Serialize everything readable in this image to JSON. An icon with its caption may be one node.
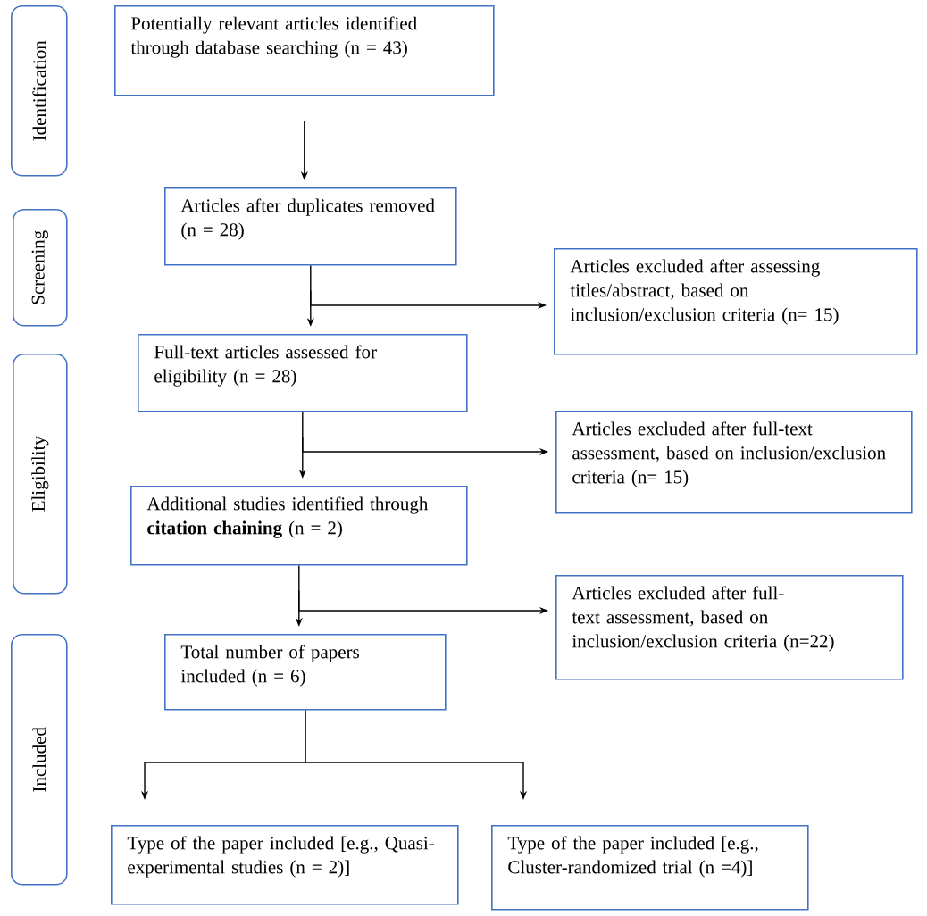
{
  "diagram": {
    "nodes": [
      {
        "text": [
          "Identification"
        ]
      },
      {
        "text": [
          "Screening"
        ]
      },
      {
        "text": [
          "Eligibility"
        ]
      },
      {
        "text": [
          "Included"
        ]
      },
      {
        "text": [
          "Potentially relevant articles identified through database searching (n = 43)"
        ]
      },
      {
        "text": [
          "Articles after duplicates removed (n = 28)"
        ]
      },
      {
        "text": [
          "Articles excluded after assessing titles/abstract, based on inclusion/exclusion criteria (n= 15)"
        ]
      },
      {
        "text": [
          "Full-text articles assessed for eligibility (n = 28)"
        ]
      },
      {
        "text": [
          "Articles excluded after full-text assessment, based on inclusion/exclusion criteria (n= 15)"
        ]
      },
      {
        "text": [
          "Additional studies identified through **citation chaining** (n = 2)"
        ]
      },
      {
        "text": [
          "Articles excluded after full-text assessment, based on inclusion/exclusion criteria (n=22)"
        ]
      },
      {
        "text": [
          "Total number of papers included (n = 6)"
        ]
      },
      {
        "text": [
          "Type of the paper included [e.g., Quasi-experimental studies (n = 2)]"
        ]
      },
      {
        "text": [
          "Type of the paper included [e.g., Cluster-randomized trial (n =4)]"
        ]
      }
    ],
    "edges": [
      {
        "from": 4,
        "to": 5,
        "arrow": "to"
      },
      {
        "from": 5,
        "to": 7,
        "arrow": "to"
      },
      {
        "from": 5,
        "to": 6,
        "arrow": "to"
      },
      {
        "from": 7,
        "to": 9,
        "arrow": "to"
      },
      {
        "from": 7,
        "to": 8,
        "arrow": "to"
      },
      {
        "from": 9,
        "to": 11,
        "arrow": "to"
      },
      {
        "from": 9,
        "to": 10,
        "arrow": "to"
      },
      {
        "from": 11,
        "to": 12,
        "arrow": "to"
      },
      {
        "from": 11,
        "to": 13,
        "arrow": "to"
      }
    ]
  }
}
